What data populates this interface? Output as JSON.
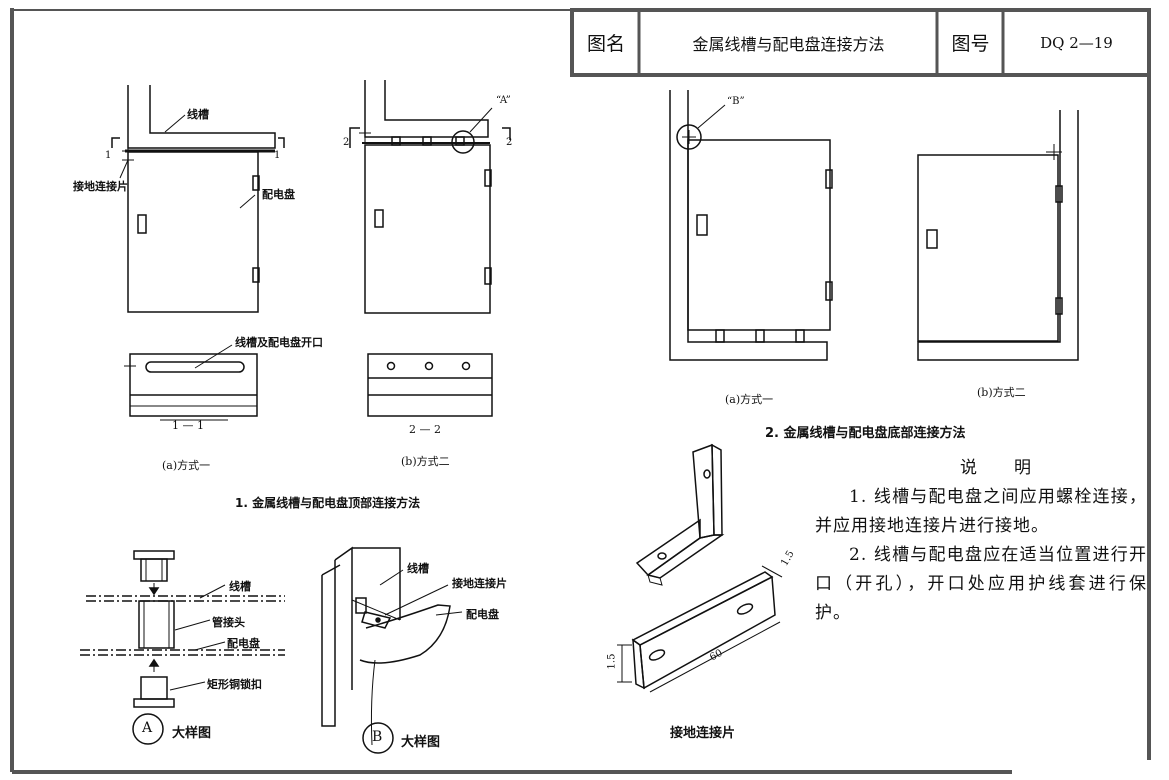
{
  "title_block": {
    "name_label": "图名",
    "name_value": "金属线槽与配电盘连接方法",
    "number_label": "图号",
    "number_value": "DQ 2—19"
  },
  "top_section": {
    "label_trough": "线槽",
    "label_ground": "接地连接片",
    "label_panel": "配电盘",
    "label_opening": "线槽及配电盘开口",
    "detail_a_mark": "“A”",
    "section_1_marks": [
      "1",
      "1"
    ],
    "section_2_marks": [
      "2",
      "2"
    ],
    "section_1_caption": "1 — 1",
    "section_2_caption": "2 — 2",
    "caption_a": "(a)方式一",
    "caption_b": "(b)方式二",
    "title": "1. 金属线槽与配电盘顶部连接方法"
  },
  "bottom_right_section": {
    "detail_b_mark": "“B”",
    "caption_a": "(a)方式一",
    "caption_b": "(b)方式二",
    "title": "2. 金属线槽与配电盘底部连接方法"
  },
  "detail_a": {
    "label_trough": "线槽",
    "label_joint": "管接头",
    "label_panel": "配电盘",
    "label_nut": "矩形铜锁扣",
    "circle_letter": "A",
    "caption": "大样图"
  },
  "detail_b": {
    "label_trough": "线槽",
    "label_ground": "接地连接片",
    "label_panel": "配电盘",
    "circle_letter": "B",
    "caption": "大样图"
  },
  "ground_plate": {
    "dim_thickness": "1.5",
    "dim_height": "1.5",
    "dim_length": "60",
    "caption": "接地连接片"
  },
  "notes": {
    "heading": "说　　明",
    "items": [
      "1. 线槽与配电盘之间应用螺栓连接，并应用接地连接片进行接地。",
      "2. 线槽与配电盘应在适当位置进行开口（开孔），开口处应用护线套进行保护。"
    ]
  }
}
